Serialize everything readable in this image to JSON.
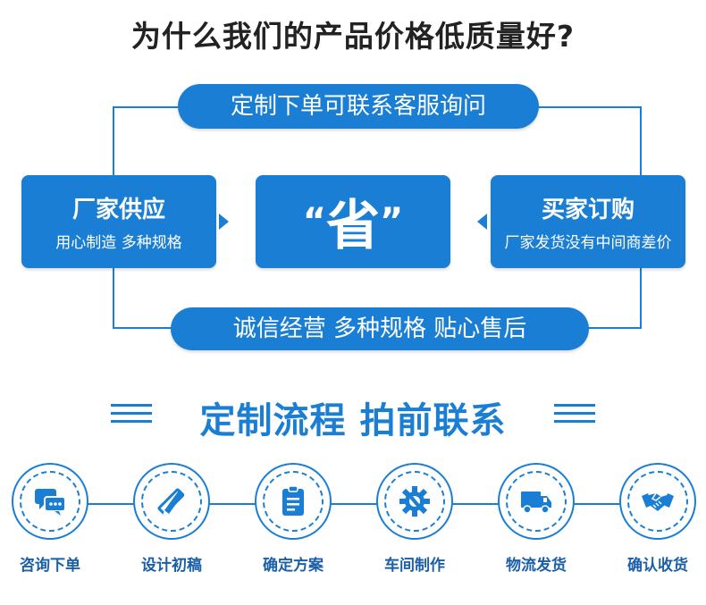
{
  "title": "为什么我们的产品价格低质量好?",
  "top_pill": "定制下单可联系客服询问",
  "bottom_pill": "诚信经营 多种规格 贴心售后",
  "left_box": {
    "title": "厂家供应",
    "subtitle": "用心制造 多种规格"
  },
  "right_box": {
    "title": "买家订购",
    "subtitle": "厂家发货没有中间商差价"
  },
  "center_box": {
    "quote_open": "“",
    "word": "省",
    "quote_close": "”"
  },
  "section_title": "定制流程 拍前联系",
  "steps": [
    {
      "label": "咨询下单",
      "icon": "chat-bubbles-icon"
    },
    {
      "label": "设计初稿",
      "icon": "pencil-ruler-icon"
    },
    {
      "label": "确定方案",
      "icon": "clipboard-icon"
    },
    {
      "label": "车间制作",
      "icon": "gear-wrench-icon"
    },
    {
      "label": "物流发货",
      "icon": "truck-icon"
    },
    {
      "label": "确认收货",
      "icon": "handshake-icon"
    }
  ],
  "colors": {
    "accent": "#1a7fd4",
    "title_text": "#222222",
    "background": "#ffffff"
  }
}
